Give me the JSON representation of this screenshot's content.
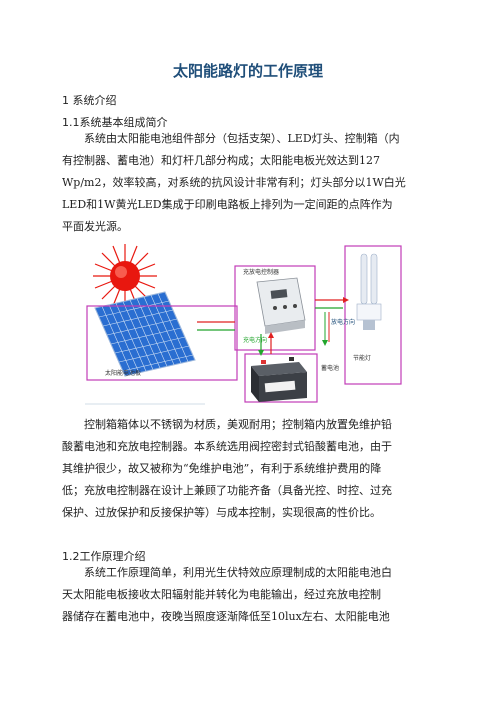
{
  "title": "太阳能路灯的工作原理",
  "sections": {
    "s1": "1 系统介绍",
    "s1_1": "1.1系统基本组成简介",
    "s1_2": "1.2工作原理介绍"
  },
  "paragraphs": {
    "p1": [
      "系统由太阳能电池组件部分（包括支架）、LED灯头、控制箱（内",
      "有控制器、蓄电池）和灯杆几部分构成；太阳能电板光效达到127",
      "Wp/m2，效率较高，对系统的抗风设计非常有利；灯头部分以1W白光",
      "LED和1W黄光LED集成于印刷电路板上排列为一定间距的点阵作为",
      "平面发光源。"
    ],
    "p2": [
      "控制箱箱体以不锈钢为材质，美观耐用；控制箱内放置免维护铅",
      "酸蓄电池和充放电控制器。本系统选用阀控密封式铅酸蓄电池，由于",
      "其维护很少，故又被称为“免维护电池”，有利于系统维护费用的降",
      "低；充放电控制器在设计上兼顾了功能齐备（具备光控、时控、过充",
      "保护、过放保护和反接保护等）与成本控制，实现很高的性价比。"
    ],
    "p3": [
      "系统工作原理简单，利用光生伏特效应原理制成的太阳能电池白",
      "天太阳能电板接收太阳辐射能并转化为电能输出，经过充放电控制",
      "器储存在蓄电池中，夜晚当照度逐渐降低至10lux左右、太阳能电池"
    ]
  },
  "figure": {
    "controller_label": "充放电控制器",
    "panel_label": "太阳能电池板",
    "charge_label": "充电方向",
    "discharge_label": "放电方向",
    "battery_label": "蓄电池",
    "lamp_label": "节能灯"
  },
  "colors": {
    "title": "#1f4e79",
    "sun": "#e8170f",
    "panel": "#2a6ed1",
    "frame": "#c23cb7",
    "arrow_green": "#22a52c",
    "arrow_red": "#e02020"
  }
}
